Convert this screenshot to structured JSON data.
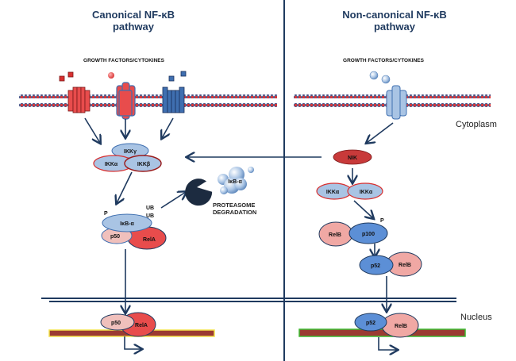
{
  "canonical": {
    "title_line1": "Canonical NF-κB",
    "title_line2": "pathway",
    "ligand_label": "GROWTH FACTORS/CYTOKINES",
    "ikk_gamma": "IKKγ",
    "ikk_alpha": "IKKα",
    "ikk_beta": "IKKβ",
    "ikb_alpha": "IκB-α",
    "p_label": "P",
    "ub1": "UB",
    "ub2": "UB",
    "p50": "p50",
    "rela": "RelA",
    "degraded_ikb": "IκB-α",
    "proteasome_line1": "PROTEASOME",
    "proteasome_line2": "DEGRADATION",
    "nuclear_p50": "p50",
    "nuclear_rela": "RelA"
  },
  "noncanonical": {
    "title_line1": "Non-canonical NF-κB",
    "title_line2": "pathway",
    "ligand_label": "GROWTH FACTORS/CYTOKINES",
    "nik": "NIK",
    "ikk_alpha1": "IKKα",
    "ikk_alpha2": "IKKα",
    "relb": "RelB",
    "p100": "p100",
    "p_label": "P",
    "p52": "p52",
    "relb2": "RelB",
    "nuclear_p52": "p52",
    "nuclear_relb": "RelB"
  },
  "regions": {
    "cytoplasm": "Cytoplasm",
    "nucleus": "Nucleus"
  },
  "colors": {
    "title": "#1f3a5f",
    "red_receptor": "#e84c4c",
    "blue_receptor": "#3f6fb0",
    "light_blue": "#a9c4e4",
    "pink": "#f0a8a4",
    "dna_brown": "#9b3a32",
    "dna_left_border": "#f3e24a",
    "dna_right_border": "#3cba2f"
  }
}
